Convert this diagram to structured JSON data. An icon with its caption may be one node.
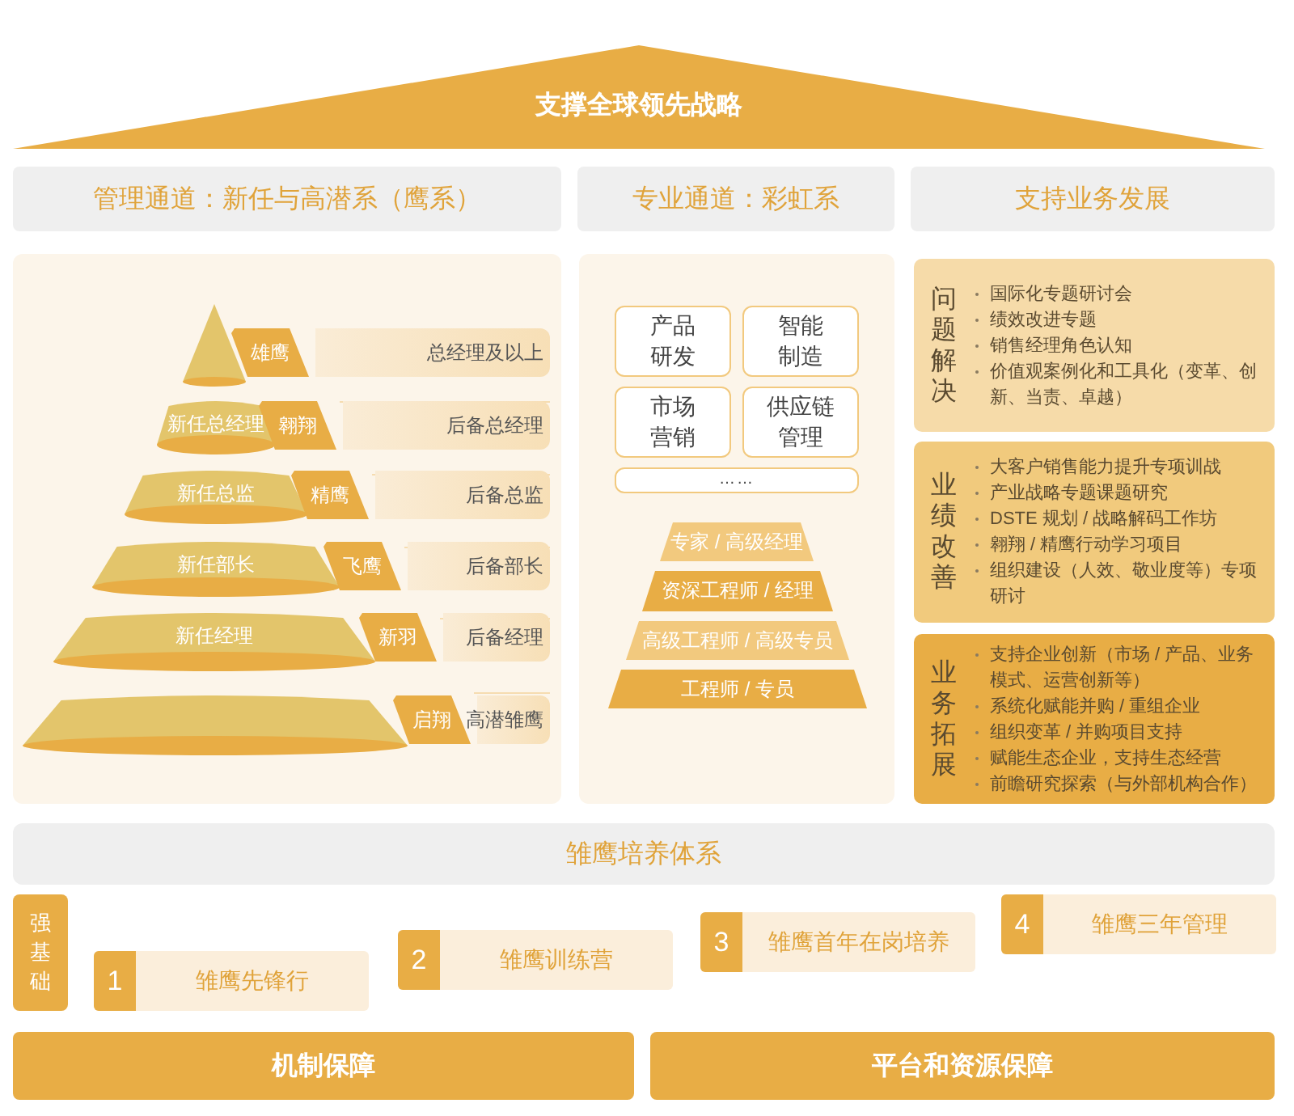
{
  "diagram": {
    "nodes": [
      {
        "text": [
          "支撑全球领先战略"
        ]
      },
      {
        "text": [
          "管理通道：新任与高潜系（鹰系）"
        ]
      },
      {
        "text": [
          "专业通道：彩虹系"
        ]
      },
      {
        "text": [
          "支持业务发展"
        ]
      },
      {
        "text": [],
        "shape": "cone"
      },
      {
        "text": [
          "雄鹰"
        ]
      },
      {
        "text": [
          "总经理及以上"
        ]
      },
      {
        "text": [
          "新任总经理"
        ]
      },
      {
        "text": [
          "翱翔"
        ]
      },
      {
        "text": [
          "后备总经理"
        ]
      },
      {
        "text": [
          "新任总监"
        ]
      },
      {
        "text": [
          "精鹰"
        ]
      },
      {
        "text": [
          "后备总监"
        ]
      },
      {
        "text": [
          "新任部长"
        ]
      },
      {
        "text": [
          "飞鹰"
        ]
      },
      {
        "text": [
          "后备部长"
        ]
      },
      {
        "text": [
          "新任经理"
        ]
      },
      {
        "text": [
          "新羽"
        ]
      },
      {
        "text": [
          "后备经理"
        ]
      },
      {
        "text": [],
        "shape": "bar"
      },
      {
        "text": [
          "启翔"
        ]
      },
      {
        "text": [
          "高潜雏鹰"
        ]
      },
      {
        "text": [
          "产品研发"
        ]
      },
      {
        "text": [
          "智能制造"
        ]
      },
      {
        "text": [
          "市场营销"
        ]
      },
      {
        "text": [
          "供应链管理"
        ]
      },
      {
        "text": [
          "……"
        ]
      },
      {
        "text": [
          "专家 / 高级经理"
        ]
      },
      {
        "text": [
          "资深工程师 / 经理"
        ]
      },
      {
        "text": [
          "高级工程师 / 高级专员"
        ]
      },
      {
        "text": [
          "工程师 / 专员"
        ]
      },
      {
        "text": [
          "问题解决",
          "国际化专题研讨会",
          "绩效改进专题",
          "销售经理角色认知",
          "价值观案例化和工具化（变革、创新、当责、卓越）"
        ]
      },
      {
        "text": [
          "业绩改善",
          "大客户销售能力提升专项训战",
          "产业战略专题课题研究",
          "DSTE 规划 / 战略解码工作坊",
          "翱翔 / 精鹰行动学习项目",
          "组织建设（人效、敬业度等）专项研讨"
        ]
      },
      {
        "text": [
          "业务拓展",
          "支持企业创新（市场 / 产品、业务模式、运营创新等）",
          "系统化赋能并购 / 重组企业",
          "组织变革 / 并购项目支持",
          "赋能生态企业，支持生态经营",
          "前瞻研究探索（与外部机构合作）"
        ]
      },
      {
        "text": [
          "雏鹰培养体系"
        ]
      },
      {
        "text": [
          "强基础"
        ]
      },
      {
        "text": [
          "1",
          "雏鹰先锋行"
        ]
      },
      {
        "text": [
          "2",
          "雏鹰训练营"
        ]
      },
      {
        "text": [
          "3",
          "雏鹰首年在岗培养"
        ]
      },
      {
        "text": [
          "4",
          "雏鹰三年管理"
        ]
      },
      {
        "text": [
          "机制保障"
        ]
      },
      {
        "text": [
          "平台和资源保障"
        ]
      }
    ]
  }
}
